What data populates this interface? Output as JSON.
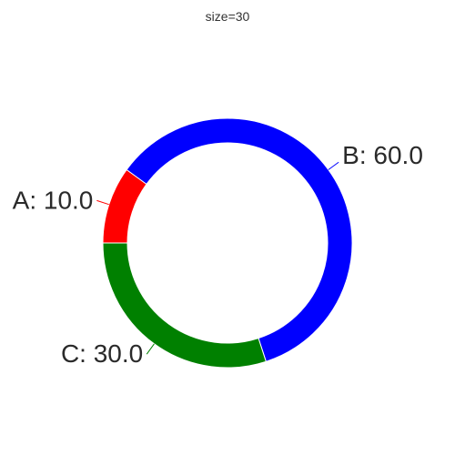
{
  "chart_data": {
    "type": "pie",
    "title": "size=30",
    "hole": true,
    "categories": [
      "A",
      "B",
      "C"
    ],
    "values": [
      10.0,
      60.0,
      30.0
    ],
    "labels": [
      "A: 10.0",
      "B: 60.0",
      "C: 30.0"
    ],
    "colors": [
      "#ff0000",
      "#0000ff",
      "#008000"
    ],
    "start": "9 o'clock",
    "direction": "clockwise"
  }
}
